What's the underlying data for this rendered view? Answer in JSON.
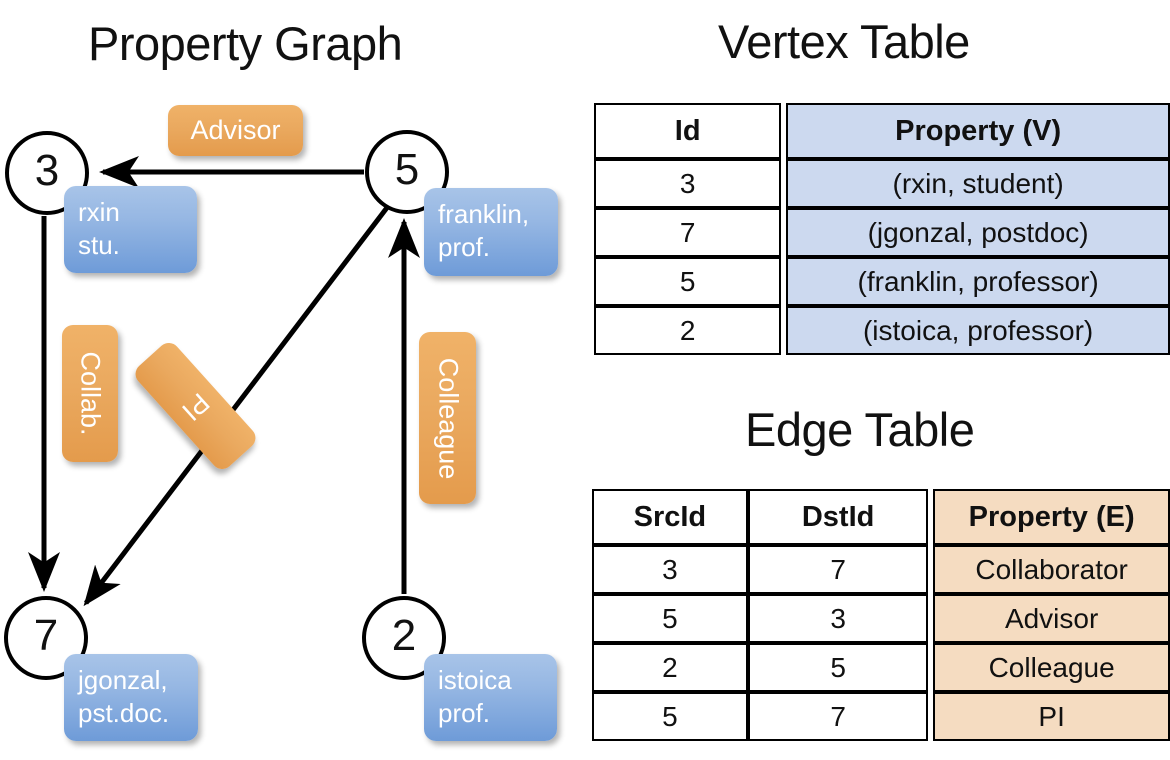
{
  "titles": {
    "property_graph": "Property Graph",
    "vertex_table": "Vertex Table",
    "edge_table": "Edge Table"
  },
  "graph": {
    "nodes": [
      {
        "id": "3",
        "property_line1": "rxin",
        "property_line2": "stu."
      },
      {
        "id": "5",
        "property_line1": "franklin,",
        "property_line2": "prof."
      },
      {
        "id": "7",
        "property_line1": "jgonzal,",
        "property_line2": "pst.doc."
      },
      {
        "id": "2",
        "property_line1": "istoica",
        "property_line2": "prof."
      }
    ],
    "edge_labels": {
      "advisor": "Advisor",
      "collab": "Collab.",
      "pi": "PI",
      "colleague": "Colleague"
    },
    "edges": [
      {
        "src": "5",
        "dst": "3",
        "label": "Advisor"
      },
      {
        "src": "3",
        "dst": "7",
        "label": "Collab."
      },
      {
        "src": "5",
        "dst": "7",
        "label": "PI"
      },
      {
        "src": "2",
        "dst": "5",
        "label": "Colleague"
      }
    ]
  },
  "vertex_table": {
    "headers": [
      "Id",
      "Property (V)"
    ],
    "rows": [
      {
        "id": "3",
        "property": "(rxin, student)"
      },
      {
        "id": "7",
        "property": "(jgonzal, postdoc)"
      },
      {
        "id": "5",
        "property": "(franklin, professor)"
      },
      {
        "id": "2",
        "property": "(istoica, professor)"
      }
    ]
  },
  "edge_table": {
    "headers": [
      "SrcId",
      "DstId",
      "Property (E)"
    ],
    "rows": [
      {
        "src": "3",
        "dst": "7",
        "property": "Collaborator"
      },
      {
        "src": "5",
        "dst": "3",
        "property": "Advisor"
      },
      {
        "src": "2",
        "dst": "5",
        "property": "Colleague"
      },
      {
        "src": "5",
        "dst": "7",
        "property": "PI"
      }
    ]
  },
  "colors": {
    "vertex_property_fill": "#ccd9ef",
    "edge_property_fill": "#f5dcc1",
    "vertex_box": "#7ba7dd",
    "edge_box": "#eaa95f",
    "stroke": "#000000",
    "background": "#ffffff"
  }
}
